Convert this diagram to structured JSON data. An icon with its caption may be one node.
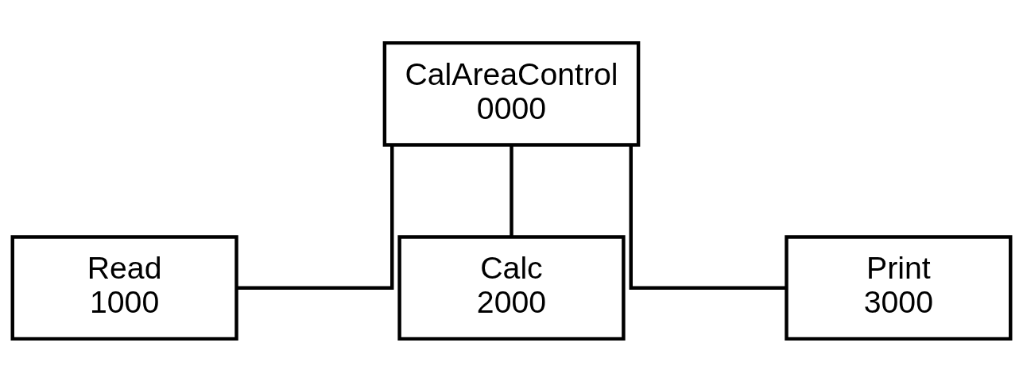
{
  "diagram": {
    "nodes": [
      {
        "text": [
          "CalAreaControl",
          "0000"
        ]
      },
      {
        "text": [
          "Read",
          "1000"
        ]
      },
      {
        "text": [
          "Calc",
          "2000"
        ]
      },
      {
        "text": [
          "Print",
          "3000"
        ]
      }
    ],
    "edges": [
      {
        "from": 0,
        "to": 1,
        "arrow": "none"
      },
      {
        "from": 0,
        "to": 2,
        "arrow": "none"
      },
      {
        "from": 0,
        "to": 3,
        "arrow": "none"
      }
    ]
  }
}
